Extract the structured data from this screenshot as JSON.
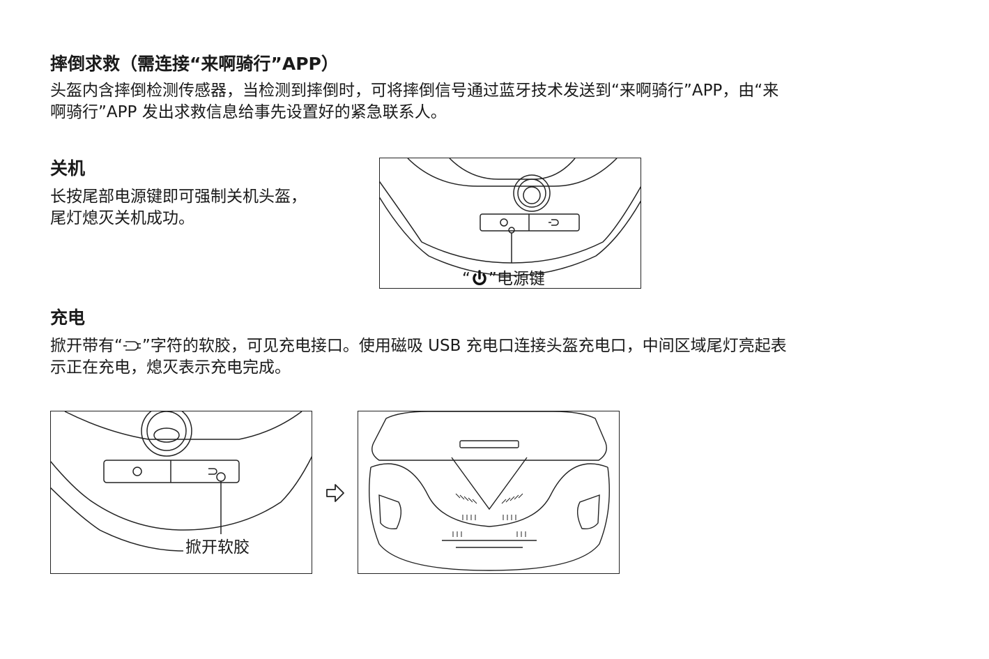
{
  "sections": {
    "fall": {
      "title": "摔倒求救（需连接“来啊骑行”APP）",
      "body_line1": "头盔内含摔倒检测传感器，当检测到摔倒时，可将摔倒信号通过蓝牙技术发送到“来啊骑行”APP，由“来",
      "body_line2": "啊骑行”APP 发出求救信息给事先设置好的紧急联系人。"
    },
    "power_off": {
      "title": "关机",
      "body_line1": "长按尾部电源键即可强制关机头盔，",
      "body_line2": "尾灯熄灭关机成功。",
      "fig_caption_open": "“",
      "fig_caption_close": "”电源键"
    },
    "charge": {
      "title": "充电",
      "body_line1_a": "掀开带有“",
      "body_line1_b": "”字符的软胶，可见充电接口。使用磁吸 USB 充电口连接头盔充电口，中间区域尾灯亮起表",
      "body_line2": "示正在充电，熄灭表示充电完成。",
      "fig_caption": "掀开软胶"
    }
  },
  "icons": {
    "power": "power-icon",
    "plug": "plug-icon",
    "arrow": "right-arrow-icon"
  },
  "colors": {
    "line": "#222222",
    "text": "#1a1a1a"
  }
}
